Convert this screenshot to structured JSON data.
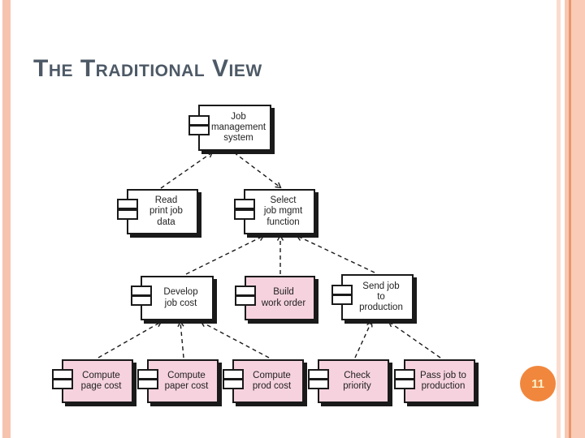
{
  "slide": {
    "title": "The Traditional View",
    "page_number": "11"
  },
  "colors": {
    "title_text": "#4d5966",
    "node_border": "#1a1a1a",
    "node_fill_white": "#ffffff",
    "node_fill_pink": "#f6d2de",
    "edge_stroke": "#1a1a1a",
    "page_badge_fill": "#f0873d",
    "page_badge_text": "#fbf2cb",
    "stripe_salmon": "#f6c3ae",
    "stripe_orange_line": "#e8966c"
  },
  "diagram": {
    "type": "uml-component-hierarchy",
    "nodes": [
      {
        "id": "job-management-system",
        "label": "Job\nmanagement\nsystem",
        "fill": "white"
      },
      {
        "id": "read-print-job-data",
        "label": "Read\nprint job\ndata",
        "fill": "white"
      },
      {
        "id": "select-job-mgmt-function",
        "label": "Select\njob mgmt\nfunction",
        "fill": "white"
      },
      {
        "id": "develop-job-cost",
        "label": "Develop\njob cost",
        "fill": "white"
      },
      {
        "id": "build-work-order",
        "label": "Build\nwork order",
        "fill": "pink"
      },
      {
        "id": "send-job-to-production",
        "label": "Send job\nto\nproduction",
        "fill": "white"
      },
      {
        "id": "compute-page-cost",
        "label": "Compute\npage cost",
        "fill": "pink"
      },
      {
        "id": "compute-paper-cost",
        "label": "Compute\npaper cost",
        "fill": "pink"
      },
      {
        "id": "compute-prod-cost",
        "label": "Compute\nprod cost",
        "fill": "pink"
      },
      {
        "id": "check-priority",
        "label": "Check\npriority",
        "fill": "pink"
      },
      {
        "id": "pass-job-to-production",
        "label": "Pass job to\nproduction",
        "fill": "pink"
      }
    ],
    "edges": [
      {
        "from": "read-print-job-data",
        "to": "job-management-system",
        "style": "dashed-arrow"
      },
      {
        "from": "job-management-system",
        "to": "select-job-mgmt-function",
        "style": "dashed-arrow"
      },
      {
        "from": "develop-job-cost",
        "to": "select-job-mgmt-function",
        "style": "dashed-arrow"
      },
      {
        "from": "build-work-order",
        "to": "select-job-mgmt-function",
        "style": "dashed-arrow"
      },
      {
        "from": "send-job-to-production",
        "to": "select-job-mgmt-function",
        "style": "dashed-arrow"
      },
      {
        "from": "compute-page-cost",
        "to": "develop-job-cost",
        "style": "dashed-arrow"
      },
      {
        "from": "compute-paper-cost",
        "to": "develop-job-cost",
        "style": "dashed-arrow"
      },
      {
        "from": "compute-prod-cost",
        "to": "develop-job-cost",
        "style": "dashed-arrow"
      },
      {
        "from": "check-priority",
        "to": "send-job-to-production",
        "style": "dashed-arrow"
      },
      {
        "from": "pass-job-to-production",
        "to": "send-job-to-production",
        "style": "dashed-arrow"
      }
    ]
  }
}
